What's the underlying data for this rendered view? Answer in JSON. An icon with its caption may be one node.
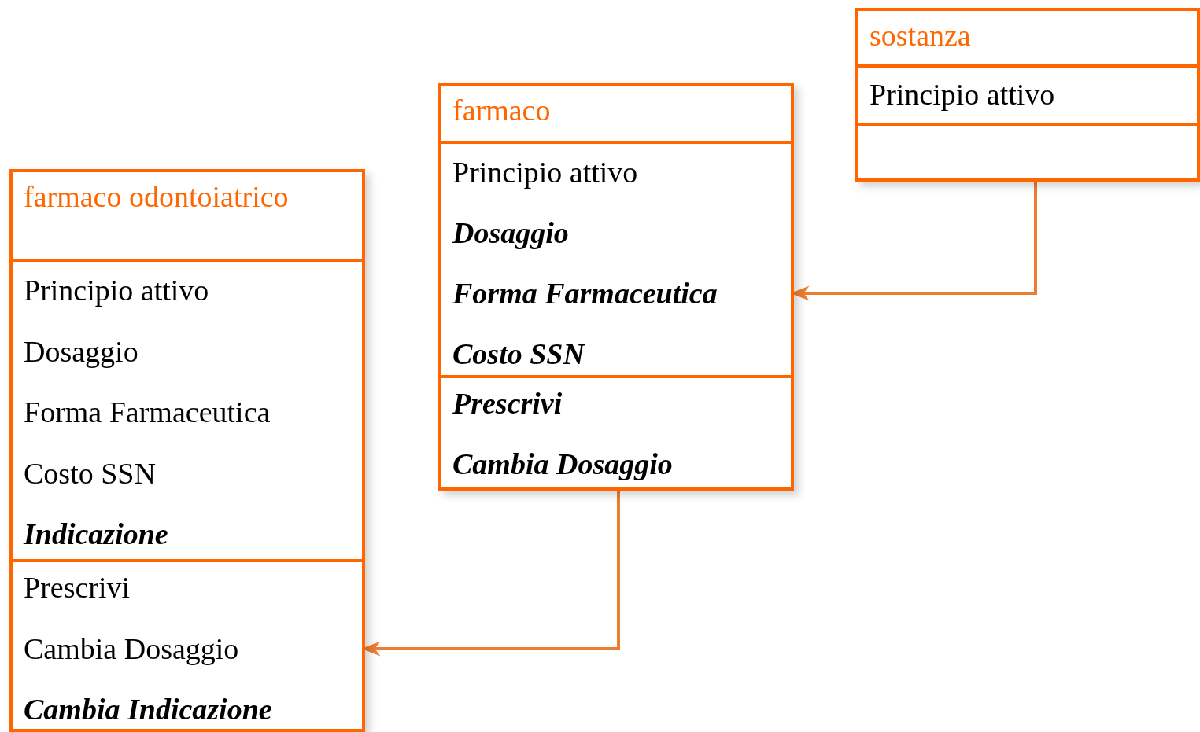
{
  "diagram": {
    "nodes": [
      {
        "text": [
          "farmaco odontoiatrico"
        ]
      },
      {
        "text": [
          "Principio attivo",
          "Dosaggio",
          "Forma Farmaceutica",
          "Costo SSN",
          "**Indicazione**"
        ],
        "in": 0
      },
      {
        "text": [
          "Prescrivi",
          "Cambia Dosaggio",
          "**Cambia Indicazione**"
        ],
        "in": 0
      },
      {
        "text": [
          "farmaco"
        ]
      },
      {
        "text": [
          "Principio attivo",
          "**Dosaggio**",
          "**Forma Farmaceutica**",
          "**Costo SSN**"
        ],
        "in": 3
      },
      {
        "text": [
          "**Prescrivi**",
          "**Cambia Dosaggio**"
        ],
        "in": 3
      },
      {
        "text": [
          "sostanza"
        ]
      },
      {
        "text": [
          "Principio attivo"
        ],
        "in": 6
      },
      {
        "text": [],
        "shape": "box",
        "in": 6
      }
    ],
    "edges": [
      {
        "from": 8,
        "to": 4,
        "arrow": "to"
      },
      {
        "from": 5,
        "to": 2,
        "arrow": "to"
      }
    ]
  }
}
